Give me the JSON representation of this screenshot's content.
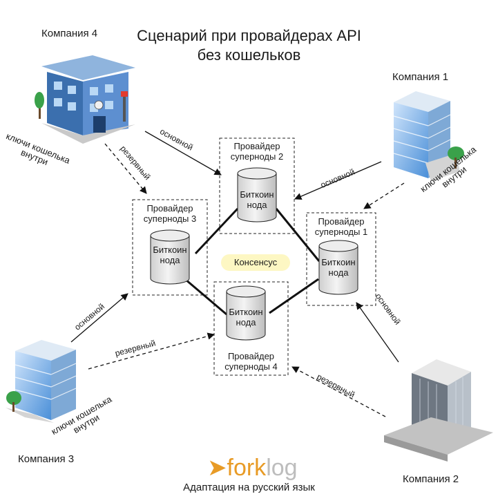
{
  "title": [
    "Сценарий при провайдерах API",
    "без кошельков"
  ],
  "companies": [
    {
      "name": "Компания 4",
      "keys": [
        "ключи кошелька",
        "внутри"
      ]
    },
    {
      "name": "Компания 1",
      "keys": [
        "ключи кошелька",
        "внутри"
      ]
    },
    {
      "name": "Компания 3",
      "keys": [
        "ключи кошелька",
        "внутри"
      ]
    },
    {
      "name": "Компания 2"
    }
  ],
  "providers": [
    {
      "label": [
        "Провайдер",
        "суперноды 2"
      ],
      "node": [
        "Биткоин",
        "нода"
      ]
    },
    {
      "label": [
        "Провайдер",
        "суперноды 3"
      ],
      "node": [
        "Биткоин",
        "нода"
      ]
    },
    {
      "label": [
        "Провайдер",
        "суперноды 1"
      ],
      "node": [
        "Биткоин",
        "нода"
      ]
    },
    {
      "label": [
        "Провайдер",
        "суперноды 4"
      ],
      "node": [
        "Биткоин",
        "нода"
      ]
    }
  ],
  "consensus": "Консенсус",
  "links": {
    "primary": "основной",
    "backup": "резервный"
  },
  "brand": {
    "part1": "fork",
    "part2": "log"
  },
  "footer": "Адаптация на русский язык",
  "colors": {
    "bubble": "#fdf7c3",
    "brand_orange": "#e89b26",
    "building_blue": "#3b78c8",
    "tree_green": "#3aa14a"
  }
}
